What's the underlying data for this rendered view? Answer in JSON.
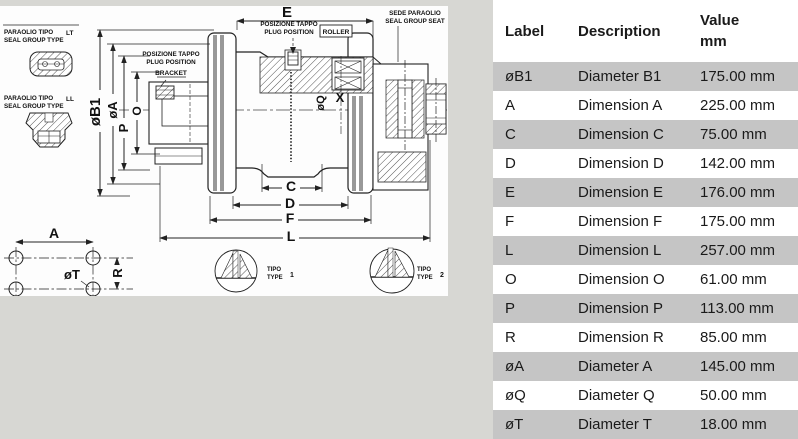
{
  "table": {
    "headers": {
      "label": "Label",
      "description": "Description",
      "value_line1": "Value",
      "value_line2": "mm"
    },
    "rows": [
      {
        "label": "øB1",
        "description": "Diameter B1",
        "value": "175.00 mm"
      },
      {
        "label": "A",
        "description": "Dimension A",
        "value": "225.00 mm"
      },
      {
        "label": "C",
        "description": "Dimension C",
        "value": "75.00 mm"
      },
      {
        "label": "D",
        "description": "Dimension D",
        "value": "142.00 mm"
      },
      {
        "label": "E",
        "description": "Dimension E",
        "value": "176.00 mm"
      },
      {
        "label": "F",
        "description": "Dimension F",
        "value": "175.00 mm"
      },
      {
        "label": "L",
        "description": "Dimension L",
        "value": "257.00 mm"
      },
      {
        "label": "O",
        "description": "Dimension O",
        "value": "61.00 mm"
      },
      {
        "label": "P",
        "description": "Dimension P",
        "value": "113.00 mm"
      },
      {
        "label": "R",
        "description": "Dimension R",
        "value": "85.00 mm"
      },
      {
        "label": "øA",
        "description": "Diameter A",
        "value": "145.00 mm"
      },
      {
        "label": "øQ",
        "description": "Diameter Q",
        "value": "50.00 mm"
      },
      {
        "label": "øT",
        "description": "Diameter T",
        "value": "18.00 mm"
      }
    ]
  },
  "drawing": {
    "seal_group_lt": {
      "title_it": "PARAOLIO TIPO",
      "title_en": "SEAL GROUP TYPE",
      "code": "LT"
    },
    "seal_group_ll": {
      "title_it": "PARAOLIO TIPO",
      "title_en": "SEAL GROUP TYPE",
      "code": "LL"
    },
    "plug_position_bracket": {
      "line1": "POSIZIONE TAPPO",
      "line2": "PLUG POSITION",
      "line3": "BRACKET"
    },
    "plug_position_roller": {
      "line1": "POSIZIONE TAPPO",
      "line2": "PLUG POSITION"
    },
    "roller_label": "ROLLER",
    "seal_group_seat": {
      "line1": "SEDE PARAOLIO",
      "line2": "SEAL GROUP SEAT"
    },
    "dim_labels": {
      "b1": "øB1",
      "a_diameter": "øA",
      "p": "P",
      "o": "O",
      "e": "E",
      "q": "øQ",
      "x": "X",
      "c": "C",
      "d": "D",
      "f": "F",
      "l": "L",
      "a": "A",
      "t": "øT",
      "r": "R"
    },
    "type_detail_1": {
      "line1": "TIPO",
      "line2": "TYPE",
      "number": "1"
    },
    "type_detail_2": {
      "line1": "TIPO",
      "line2": "TYPE",
      "number": "2"
    }
  },
  "colors": {
    "page_bg": "#d7d7d3",
    "row_shaded": "#c5c5c5",
    "line": "#222222"
  }
}
